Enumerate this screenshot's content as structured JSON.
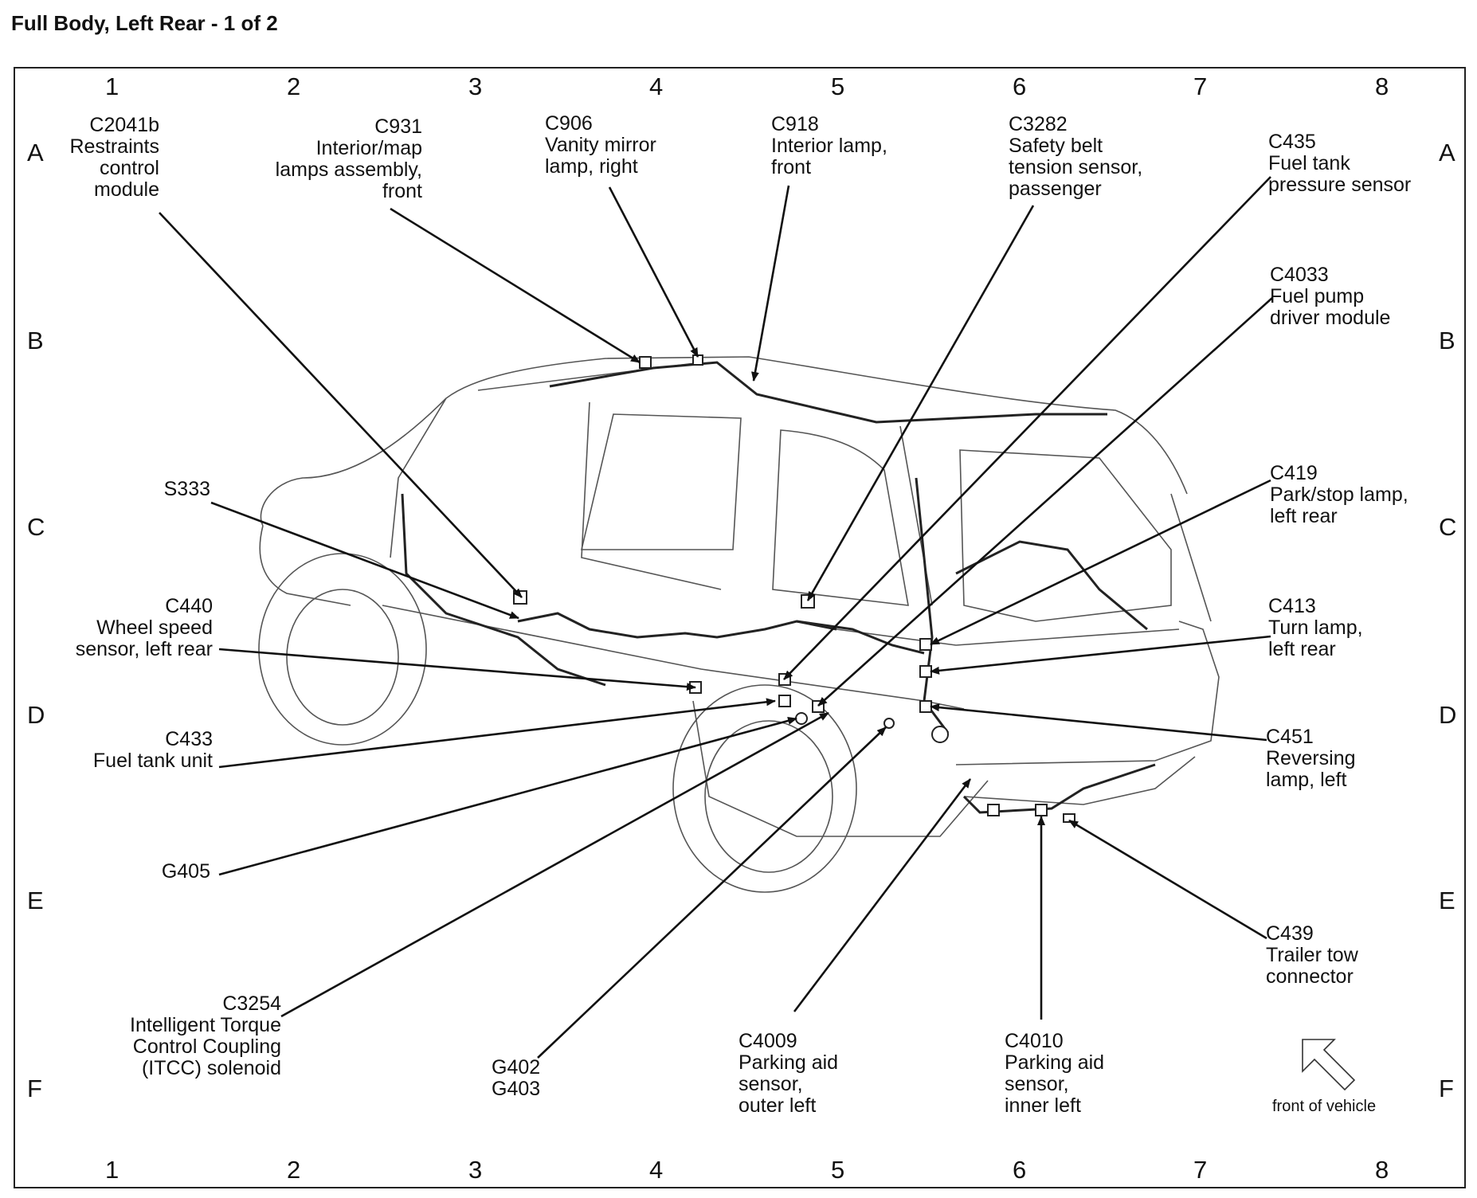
{
  "title": "Full Body, Left Rear - 1 of 2",
  "grid": {
    "columns": [
      "1",
      "2",
      "3",
      "4",
      "5",
      "6",
      "7",
      "8"
    ],
    "rows": [
      "A",
      "B",
      "C",
      "D",
      "E",
      "F"
    ]
  },
  "callouts": {
    "c2041b": "C2041b\nRestraints\ncontrol\nmodule",
    "c931": "C931\nInterior/map\nlamps assembly,\nfront",
    "c906": "C906\nVanity mirror\nlamp, right",
    "c918": "C918\nInterior lamp,\nfront",
    "c3282": "C3282\nSafety belt\ntension sensor,\npassenger",
    "c435": "C435\nFuel tank\npressure sensor",
    "c4033": "C4033\nFuel pump\ndriver module",
    "s333": "S333",
    "c419": "C419\nPark/stop lamp,\nleft rear",
    "c440": "C440\nWheel speed\nsensor, left rear",
    "c413": "C413\nTurn lamp,\nleft rear",
    "c433": "C433\nFuel tank unit",
    "c451": "C451\nReversing\nlamp, left",
    "g405": "G405",
    "c439": "C439\nTrailer tow\nconnector",
    "c3254": "C3254\nIntelligent Torque\nControl Coupling\n(ITCC) solenoid",
    "g402": "G402\nG403",
    "c4009": "C4009\nParking aid\nsensor,\nouter left",
    "c4010": "C4010\nParking aid\nsensor,\ninner left"
  },
  "front_of_vehicle": "front of vehicle"
}
